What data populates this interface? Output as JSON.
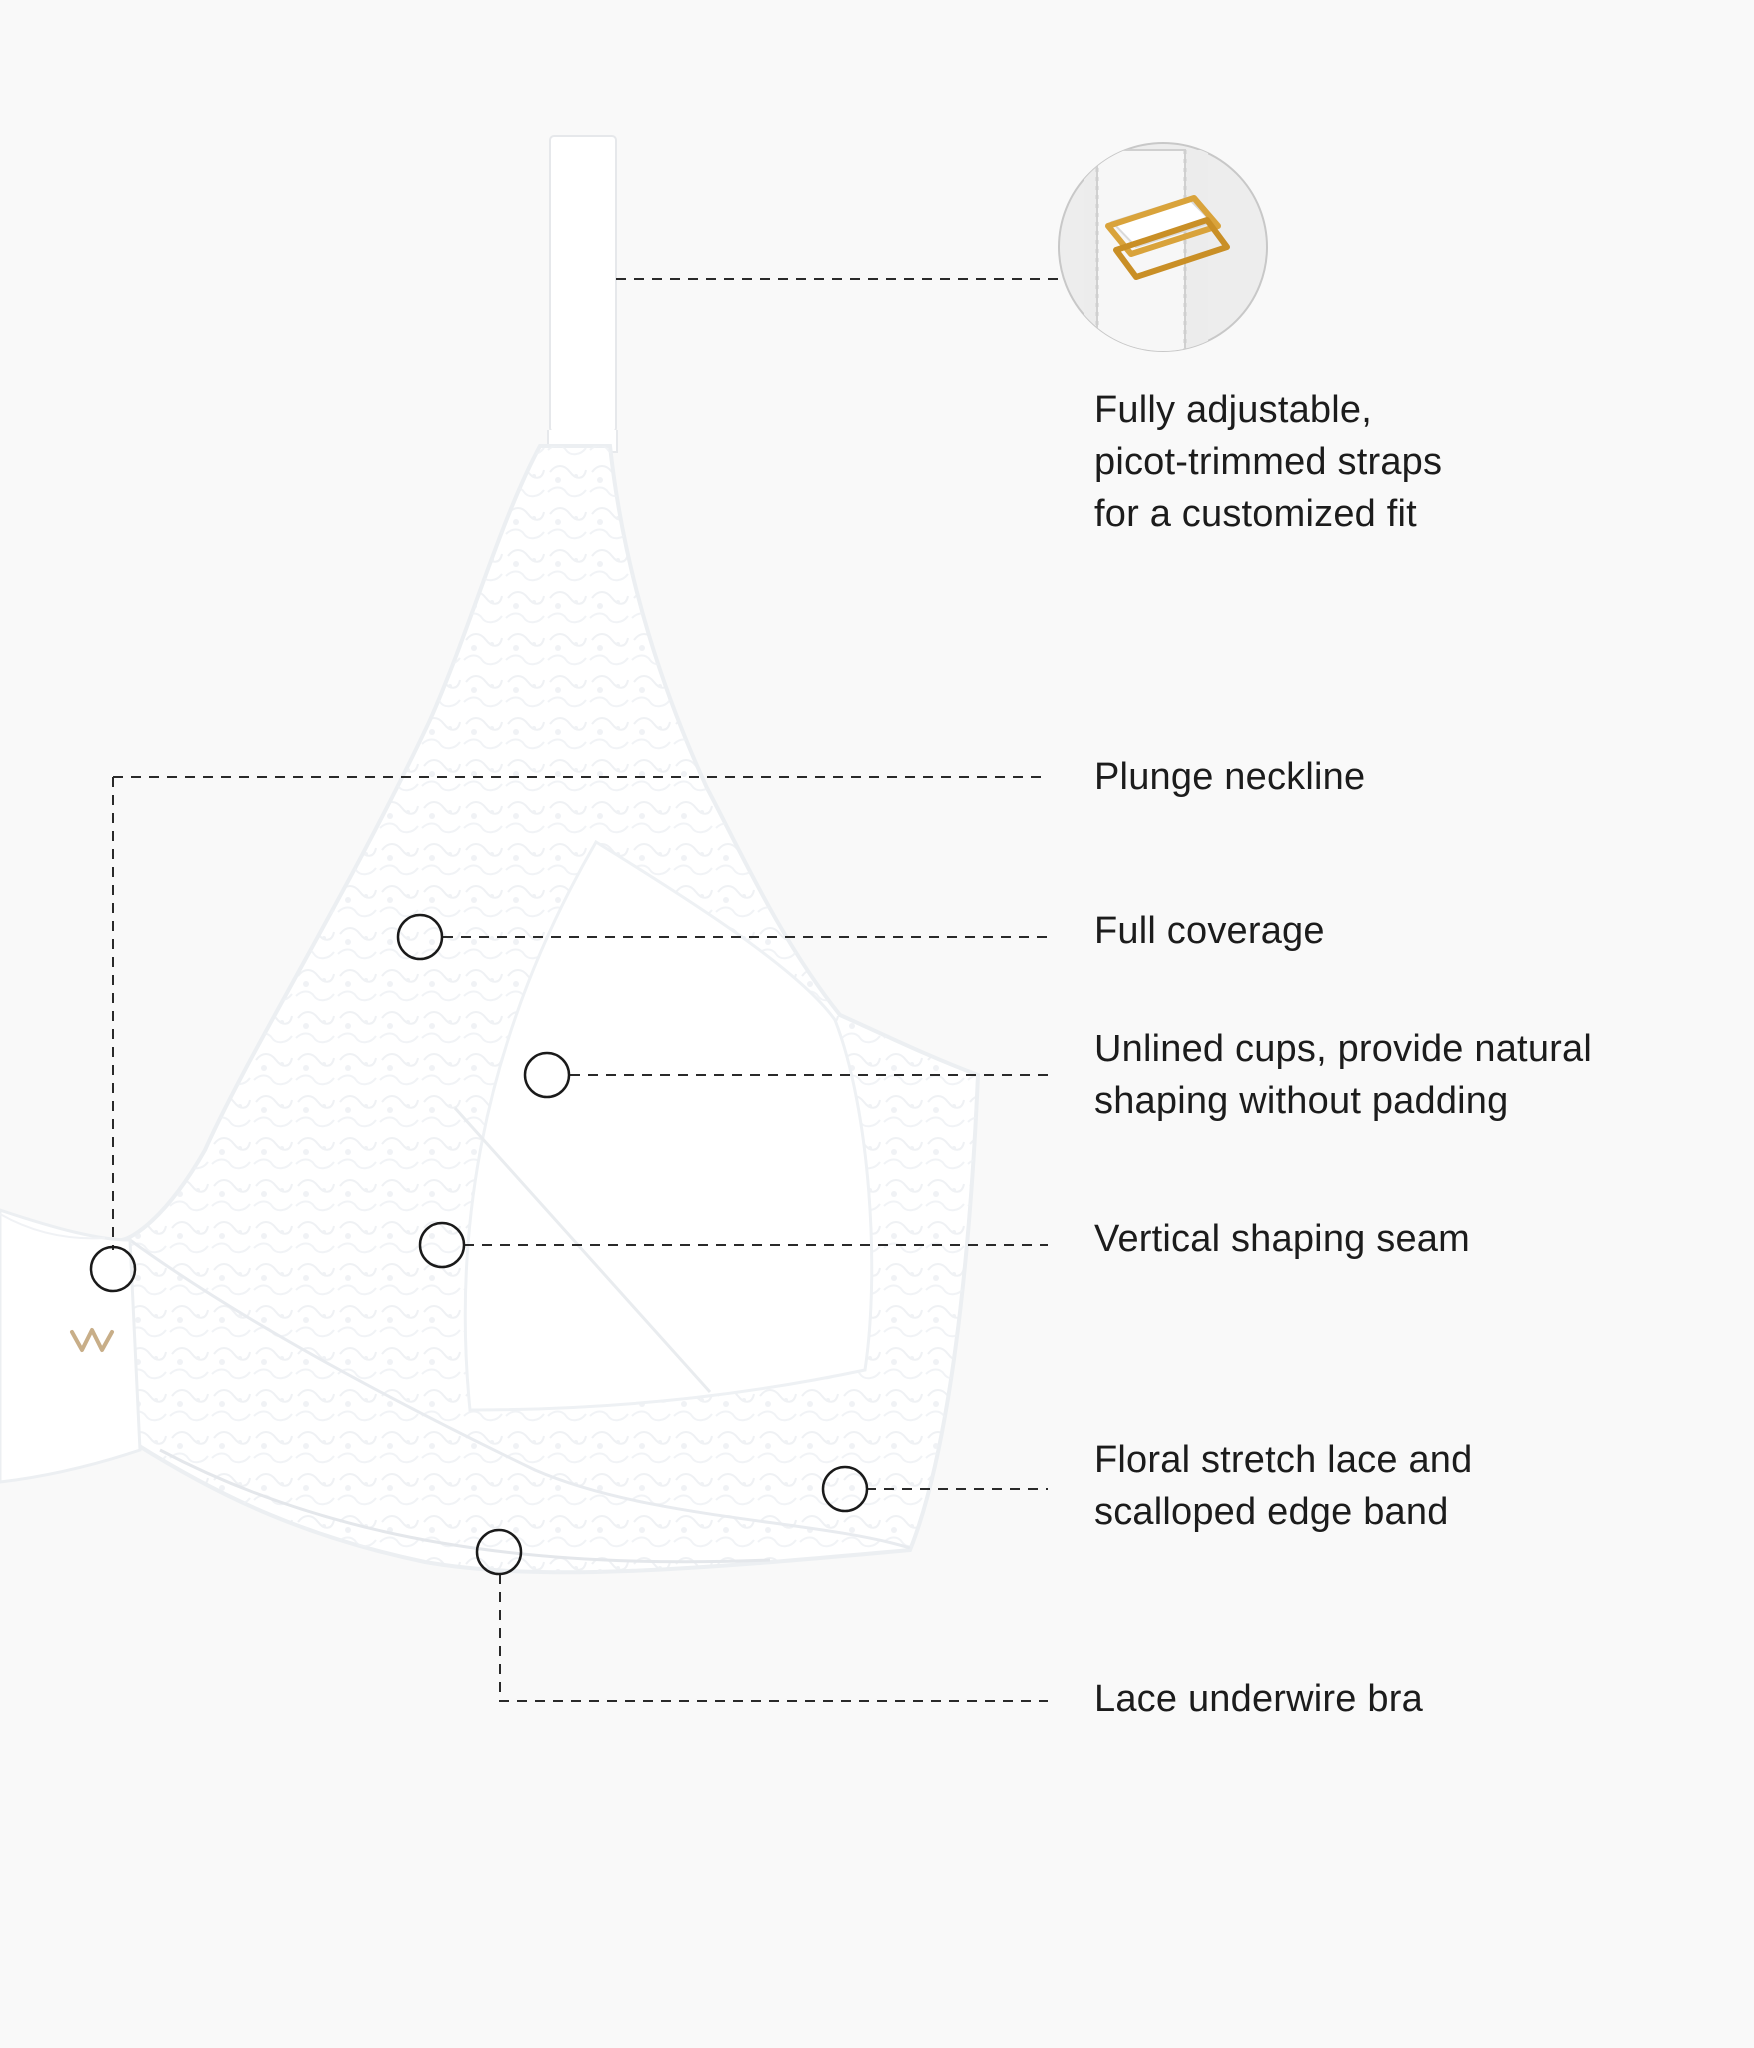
{
  "features": [
    {
      "id": "strap",
      "text": "Fully adjustable,\npicot-trimmed straps\nfor a customized fit"
    },
    {
      "id": "neckline",
      "text": "Plunge neckline"
    },
    {
      "id": "coverage",
      "text": "Full coverage"
    },
    {
      "id": "cups",
      "text": "Unlined cups, provide natural\nshaping without padding"
    },
    {
      "id": "seam",
      "text": "Vertical shaping seam"
    },
    {
      "id": "lace",
      "text": "Floral stretch lace and\nscalloped edge band"
    },
    {
      "id": "underwire",
      "text": "Lace underwire bra"
    }
  ],
  "colors": {
    "background": "#f9f9f9",
    "text": "#1c1c1c",
    "line": "#2a2a2a",
    "fabric": "#ffffff",
    "hardware": "#d9a33b"
  }
}
